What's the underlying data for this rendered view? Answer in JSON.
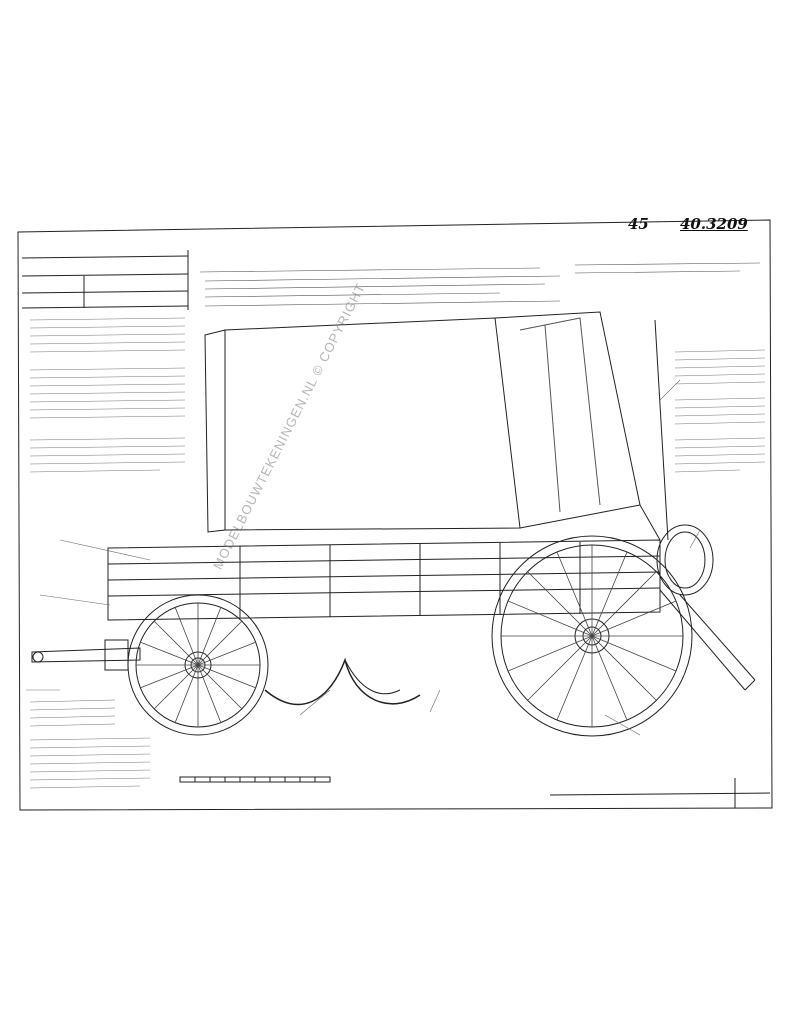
{
  "sheet_number_top": "45",
  "catalog_code": "40.3209",
  "watermark": "MODELBOUWTEKENINGEN.NL © COPYRIGHT",
  "colors": {
    "ink": "#222222",
    "paper": "#ffffff",
    "watermark": "#8a8a8a"
  }
}
